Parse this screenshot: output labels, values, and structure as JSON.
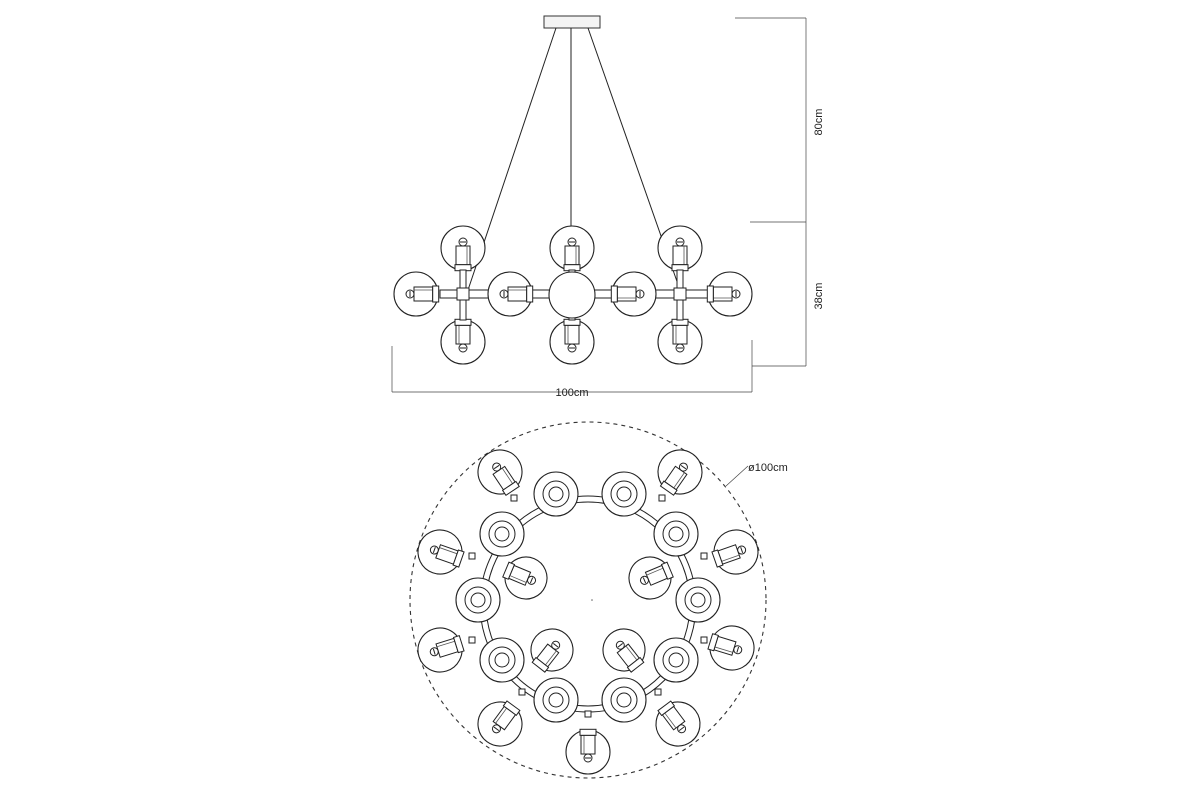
{
  "dimensions": {
    "drop_height": "80cm",
    "body_height": "38cm",
    "width": "100cm",
    "diameter": "ø100cm"
  }
}
